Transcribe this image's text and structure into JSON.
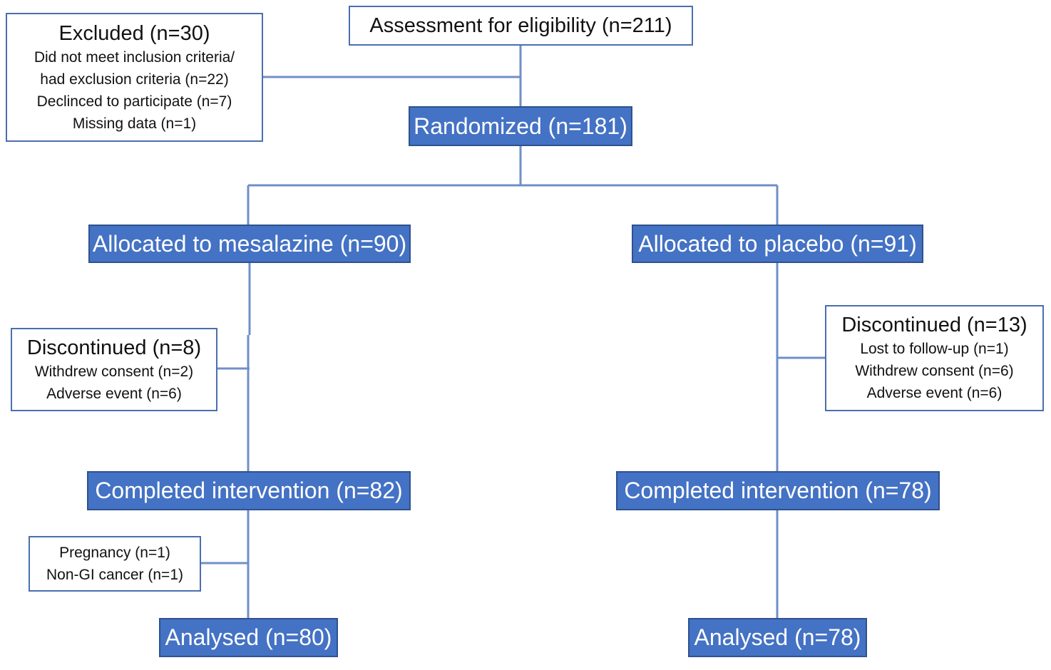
{
  "diagram": {
    "assessment": "Assessment for eligibility (n=211)",
    "excluded": {
      "title": "Excluded (n=30)",
      "lines": [
        "Did not meet inclusion criteria/",
        "had exclusion criteria (n=22)",
        "Declinced to participate (n=7)",
        "Missing data (n=1)"
      ]
    },
    "randomized": "Randomized (n=181)",
    "mesalazine": {
      "allocated": "Allocated to mesalazine (n=90)",
      "discontinued": {
        "title": "Discontinued (n=8)",
        "lines": [
          "Withdrew consent (n=2)",
          "Adverse event (n=6)"
        ]
      },
      "completed": "Completed intervention (n=82)",
      "excluded_from_analysis": [
        "Pregnancy (n=1)",
        "Non-GI cancer (n=1)"
      ],
      "analysed": "Analysed (n=80)"
    },
    "placebo": {
      "allocated": "Allocated to placebo (n=91)",
      "discontinued": {
        "title": "Discontinued (n=13)",
        "lines": [
          "Lost to follow-up (n=1)",
          "Withdrew consent (n=6)",
          "Adverse event (n=6)"
        ]
      },
      "completed": "Completed intervention (n=78)",
      "analysed": "Analysed (n=78)"
    },
    "colors": {
      "box_fill": "#4472c4",
      "box_border": "#2f528f",
      "outline_border": "#4a6fb0",
      "connector": "#6f8fc9"
    }
  }
}
